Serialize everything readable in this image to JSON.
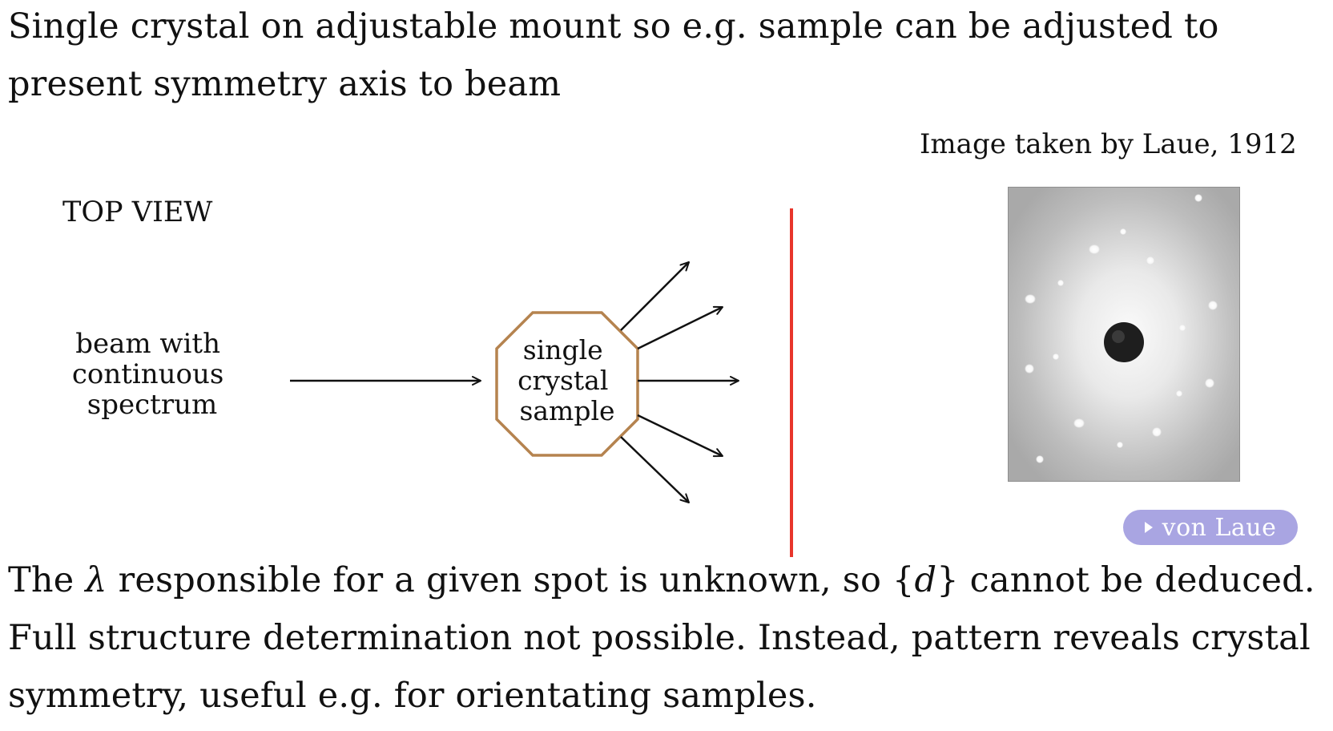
{
  "intro": {
    "text": "Single crystal on adjustable mount so e.g. sample can be adjusted to present symmetry axis to beam"
  },
  "diagram": {
    "view_label": "TOP VIEW",
    "beam_label": [
      "beam with",
      "continuous",
      "spectrum"
    ],
    "sample_label": [
      "single",
      "crystal",
      "sample"
    ],
    "colors": {
      "sample_outline": "#b5834f",
      "detector": "#e8352b",
      "arrows": "#111111"
    }
  },
  "figure": {
    "caption": "Image taken by Laue, 1912"
  },
  "link_button": {
    "icon": "play-triangle-icon",
    "label": "von Laue",
    "color": "#a9a5e2"
  },
  "conclusion": {
    "part1": "The ",
    "lambda": "λ",
    "part2": " responsible for a given spot is unknown, so ",
    "set_open": "{",
    "set_var": "d",
    "set_close": "}",
    "part3": " cannot be deduced.  Full structure determination not possible.  Instead, pattern reveals crystal symmetry, useful e.g. for orientating samples."
  }
}
